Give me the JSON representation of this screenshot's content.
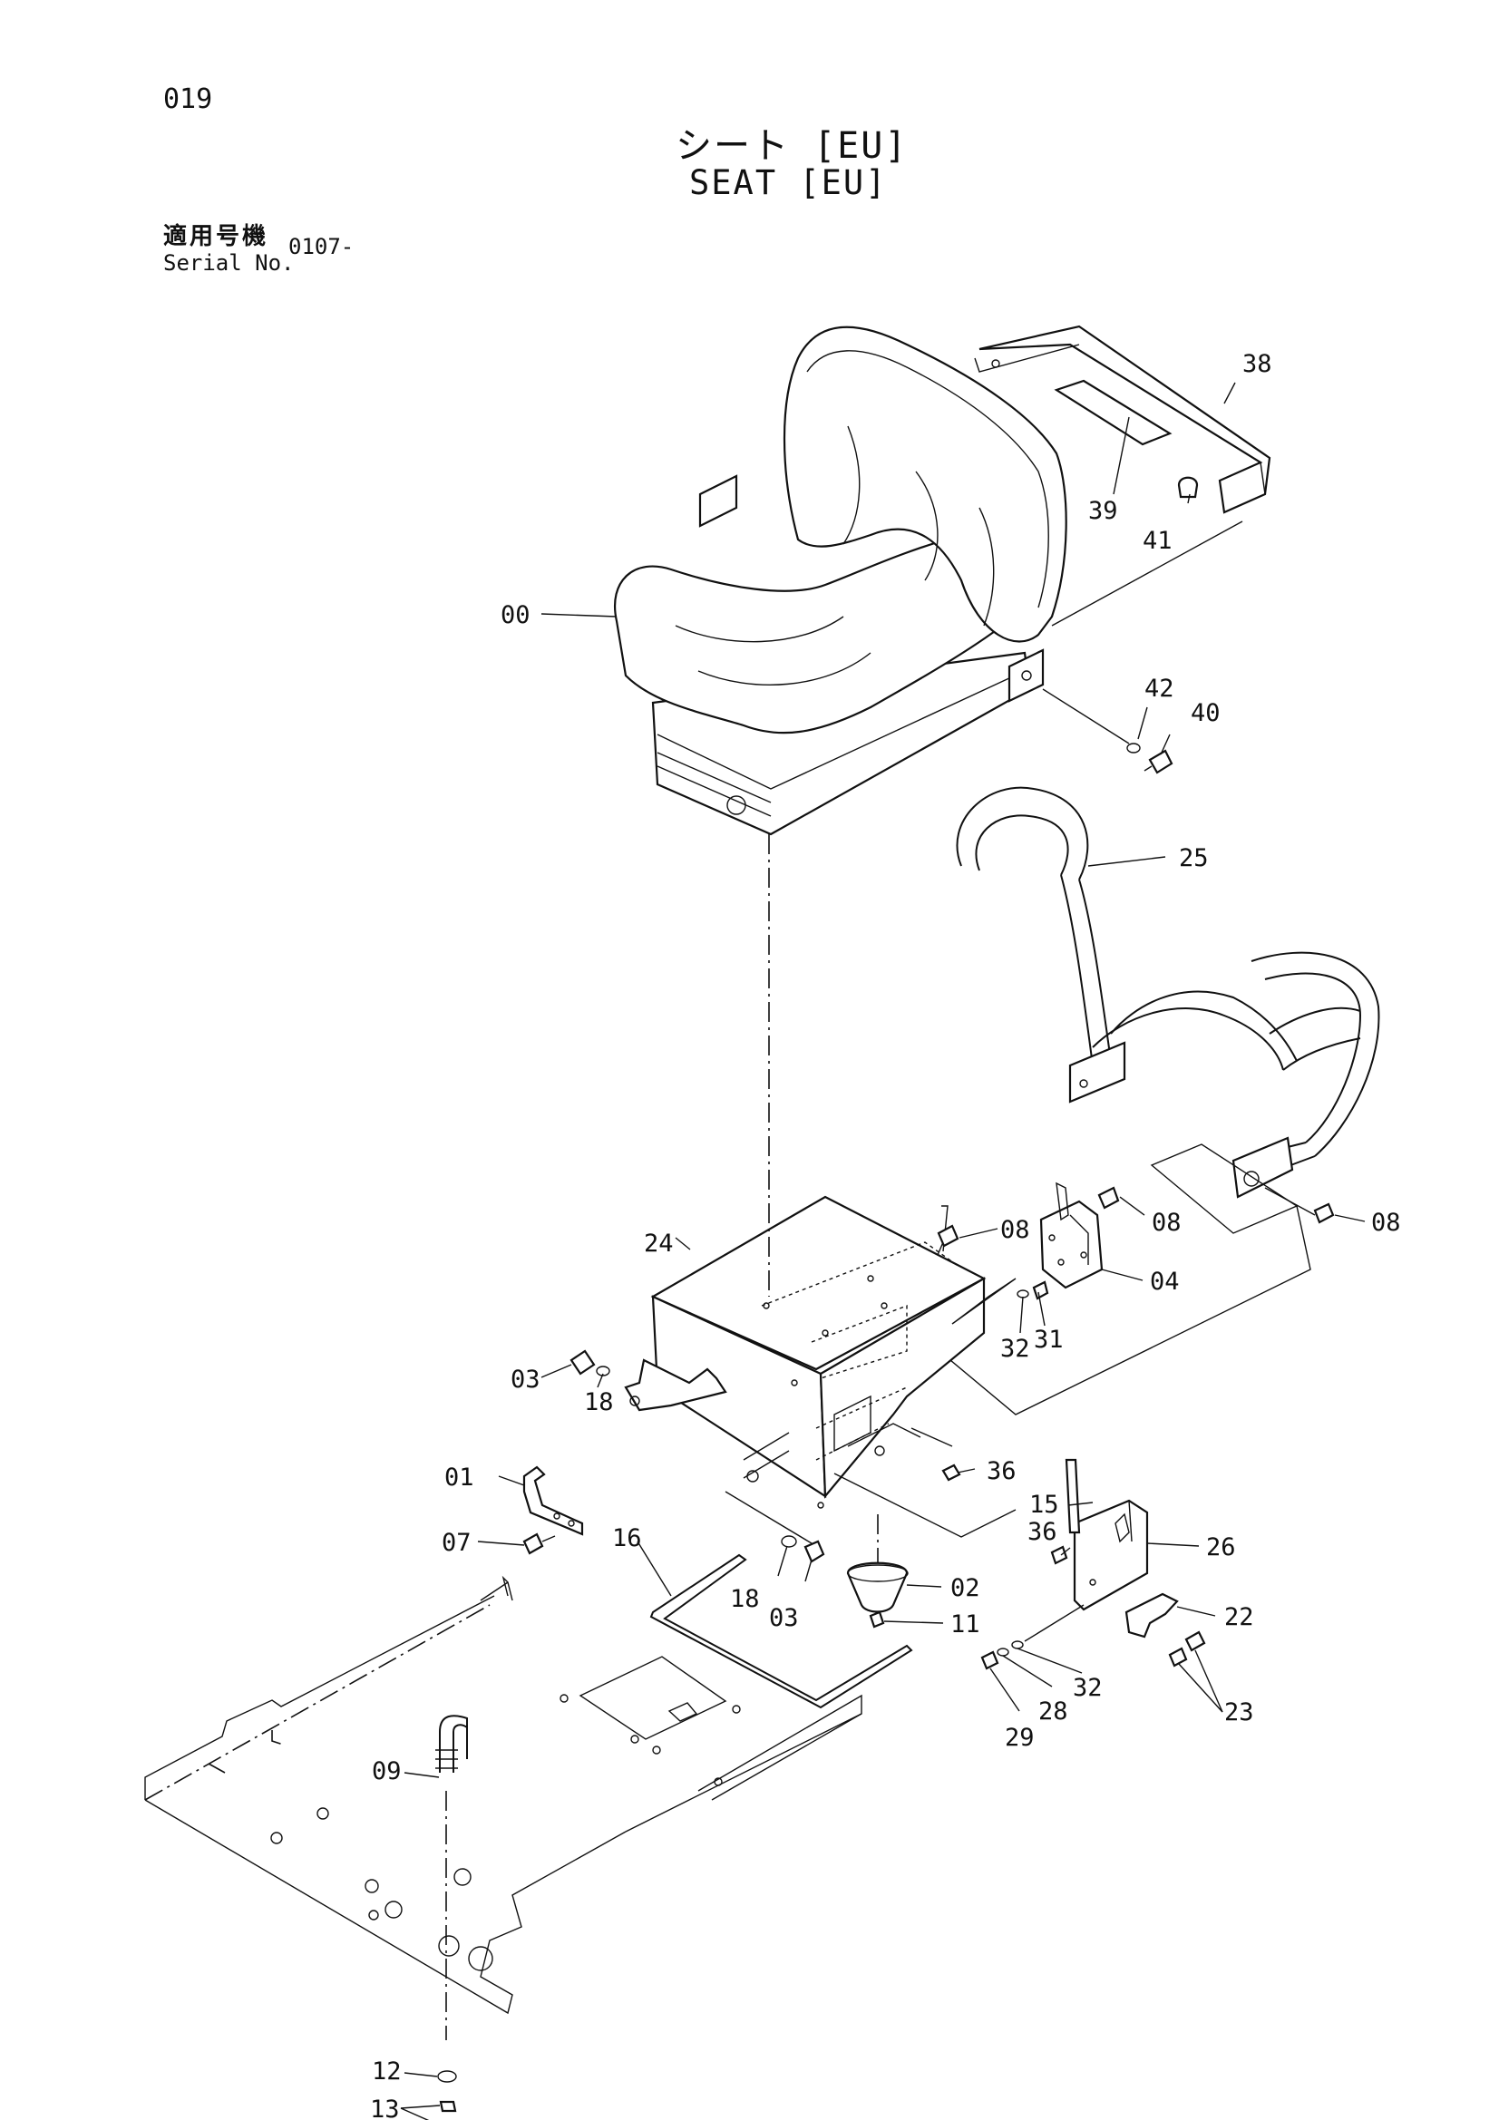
{
  "header": {
    "page_number": "019",
    "title_jp": "シート [EU]",
    "title_en": "SEAT [EU]",
    "serial_label_jp": "適用号機",
    "serial_label_en": "Serial No.",
    "serial_value": "0107-"
  },
  "callouts": {
    "p00": "00",
    "p38": "38",
    "p39": "39",
    "p41": "41",
    "p42": "42",
    "p40": "40",
    "p25": "25",
    "p08a": "08",
    "p08b": "08",
    "p08c": "08",
    "p24": "24",
    "p04": "04",
    "p32a": "32",
    "p31": "31",
    "p03a": "03",
    "p18a": "18",
    "p36a": "36",
    "p01": "01",
    "p15": "15",
    "p36b": "36",
    "p26": "26",
    "p07": "07",
    "p16": "16",
    "p02": "02",
    "p18b": "18",
    "p03b": "03",
    "p11": "11",
    "p22": "22",
    "p32b": "32",
    "p28": "28",
    "p29": "29",
    "p23": "23",
    "p09": "09",
    "p12": "12",
    "p13": "13"
  }
}
